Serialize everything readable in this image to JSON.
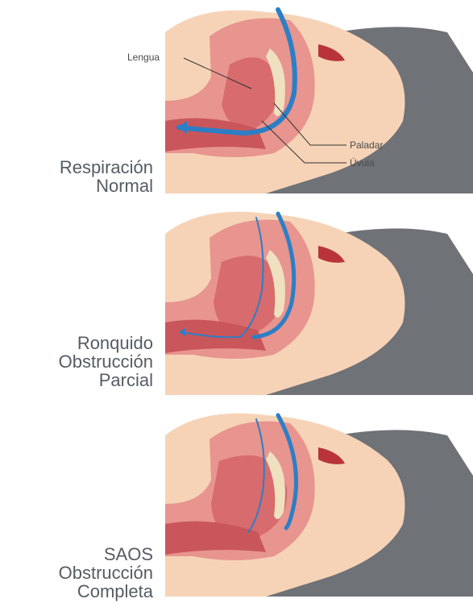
{
  "labels": {
    "tongue": "Lengua",
    "palate": "Paladar",
    "uvula": "Úvula"
  },
  "panels": [
    {
      "title_lines": [
        "Respiración",
        "Normal"
      ]
    },
    {
      "title_lines": [
        "Ronquido",
        "Obstrucción",
        "Parcial"
      ]
    },
    {
      "title_lines": [
        "SAOS",
        "Obstrucción",
        "Completa"
      ]
    }
  ],
  "colors": {
    "skin": "#f6d3b7",
    "tissue": "#e8948f",
    "tissue_dark": "#c9565a",
    "deep": "#b8343a",
    "pillow": "#6f7276",
    "airflow": "#2b7fc6",
    "bone": "#efe0c0",
    "caption": "#555c63"
  }
}
